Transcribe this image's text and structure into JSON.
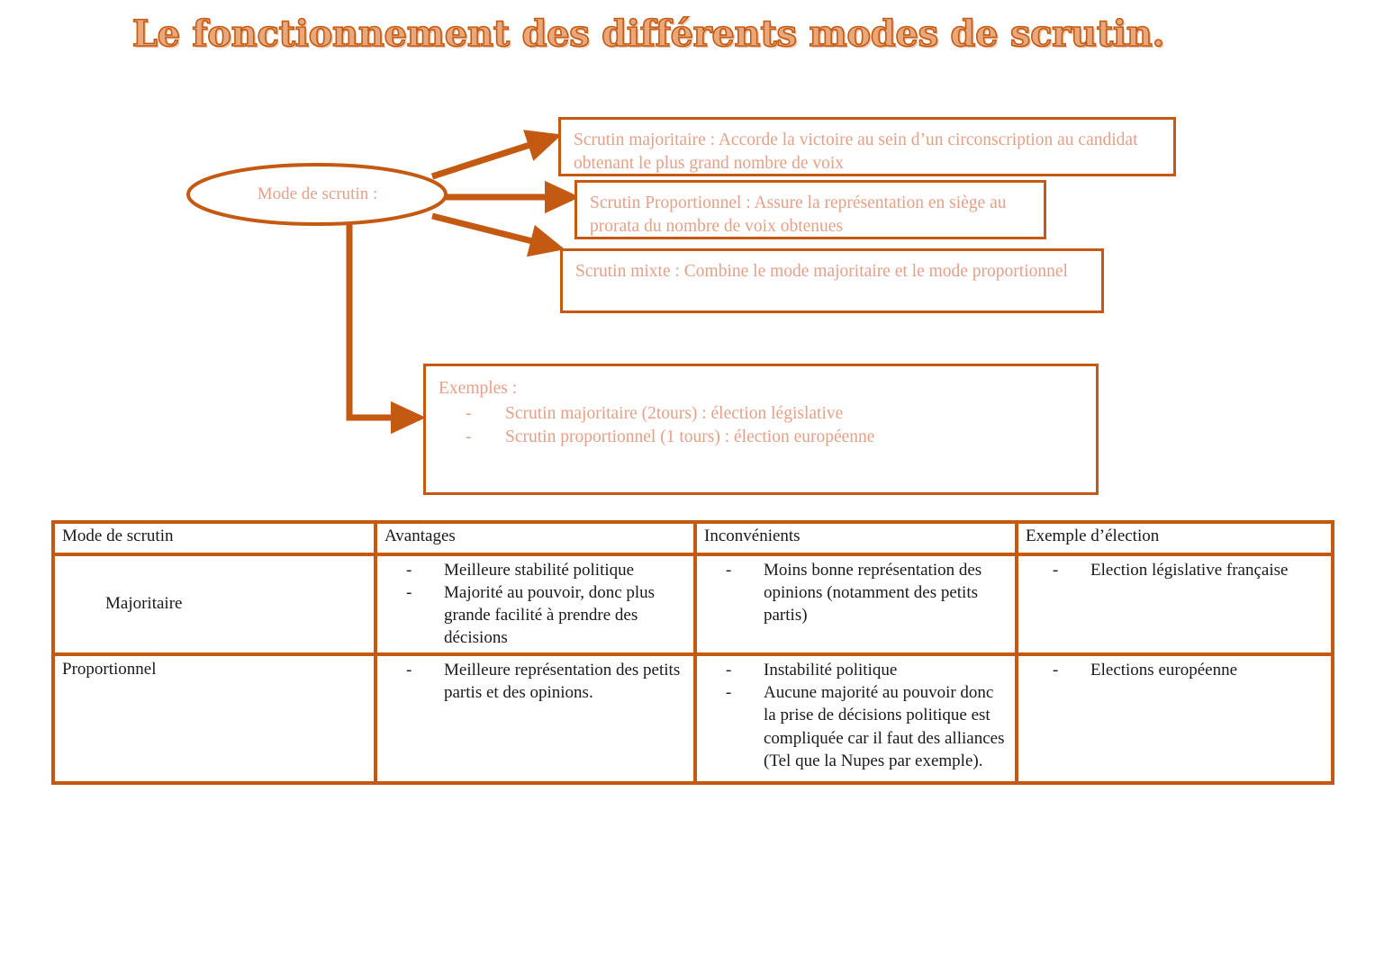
{
  "title": "Le fonctionnement des différents modes de scrutin.",
  "colors": {
    "accent_border": "#C45911",
    "accent_text": "#E4A188",
    "table_text": "#1A1A1A",
    "background": "#FFFFFF"
  },
  "diagram": {
    "root_node": {
      "label": "Mode de scrutin :",
      "shape": "ellipse"
    },
    "branches": [
      {
        "id": "majoritaire",
        "text": "Scrutin majoritaire : Accorde la victoire au sein d’un circonscription au candidat obtenant le plus grand nombre de voix"
      },
      {
        "id": "proportionnel",
        "text": "Scrutin Proportionnel : Assure la représentation en siège au prorata du nombre de voix obtenues"
      },
      {
        "id": "mixte",
        "text": "Scrutin mixte : Combine le mode majoritaire et le mode proportionnel"
      }
    ],
    "examples_box": {
      "heading": "Exemples :",
      "items": [
        "Scrutin majoritaire (2tours) : élection législative",
        "Scrutin proportionnel (1 tours) : élection européenne"
      ]
    }
  },
  "table": {
    "headers": [
      "Mode de scrutin",
      "Avantages",
      "Inconvénients",
      "Exemple d’élection"
    ],
    "rows": [
      {
        "mode": "Majoritaire",
        "avantages": [
          "Meilleure stabilité politique",
          "Majorité au pouvoir, donc plus grande facilité à prendre des décisions"
        ],
        "inconvenients": [
          "Moins bonne représentation des opinions (notamment des petits partis)"
        ],
        "exemples": [
          "Election législative française"
        ]
      },
      {
        "mode": "Proportionnel",
        "avantages": [
          "Meilleure représentation des petits partis et des opinions."
        ],
        "inconvenients": [
          "Instabilité politique",
          "Aucune majorité au pouvoir donc la prise de décisions politique est compliquée car il faut des alliances (Tel que la Nupes par exemple)."
        ],
        "exemples": [
          "Elections européenne"
        ]
      }
    ]
  }
}
